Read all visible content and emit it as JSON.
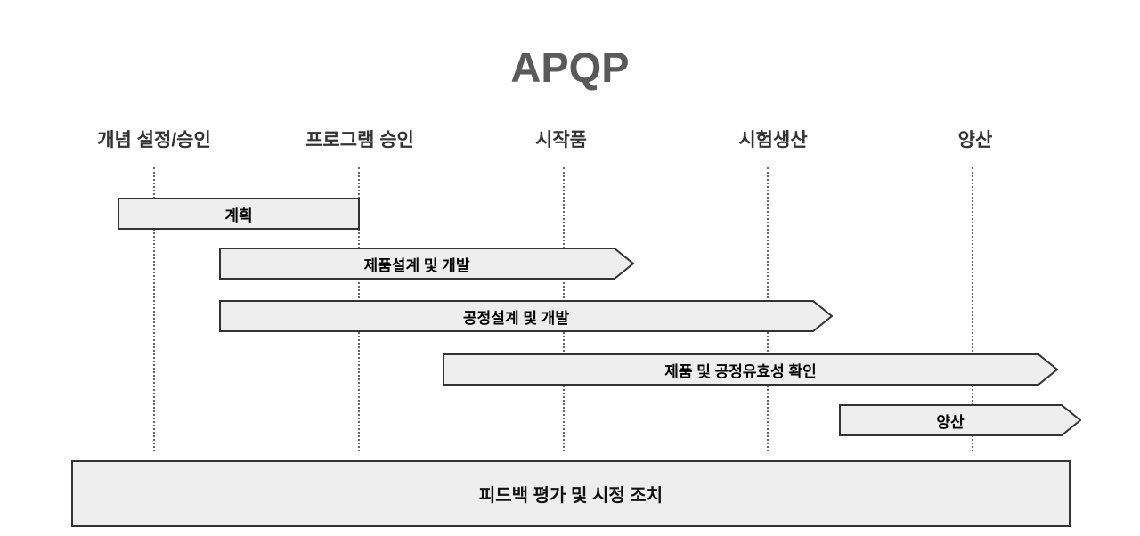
{
  "title": "APQP",
  "milestones": [
    {
      "label": "개념 설정/승인"
    },
    {
      "label": "프로그램 승인"
    },
    {
      "label": "시작품"
    },
    {
      "label": "시험생산"
    },
    {
      "label": "양산"
    }
  ],
  "phases": [
    {
      "label": "계획",
      "shape": "rectangle"
    },
    {
      "label": "제품설계 및 개발",
      "shape": "arrow"
    },
    {
      "label": "공정설계 및 개발",
      "shape": "arrow"
    },
    {
      "label": "제품 및 공정유효성 확인",
      "shape": "arrow"
    },
    {
      "label": "양산",
      "shape": "arrow"
    }
  ],
  "feedback_band": {
    "label": "피드백 평가 및 시정 조치"
  },
  "colors": {
    "bar_fill": "#eeeeee",
    "bar_border": "#333333",
    "title_text": "#595959",
    "milestone_text": "#333333",
    "bar_text": "#000000",
    "gridline": "#666666"
  }
}
